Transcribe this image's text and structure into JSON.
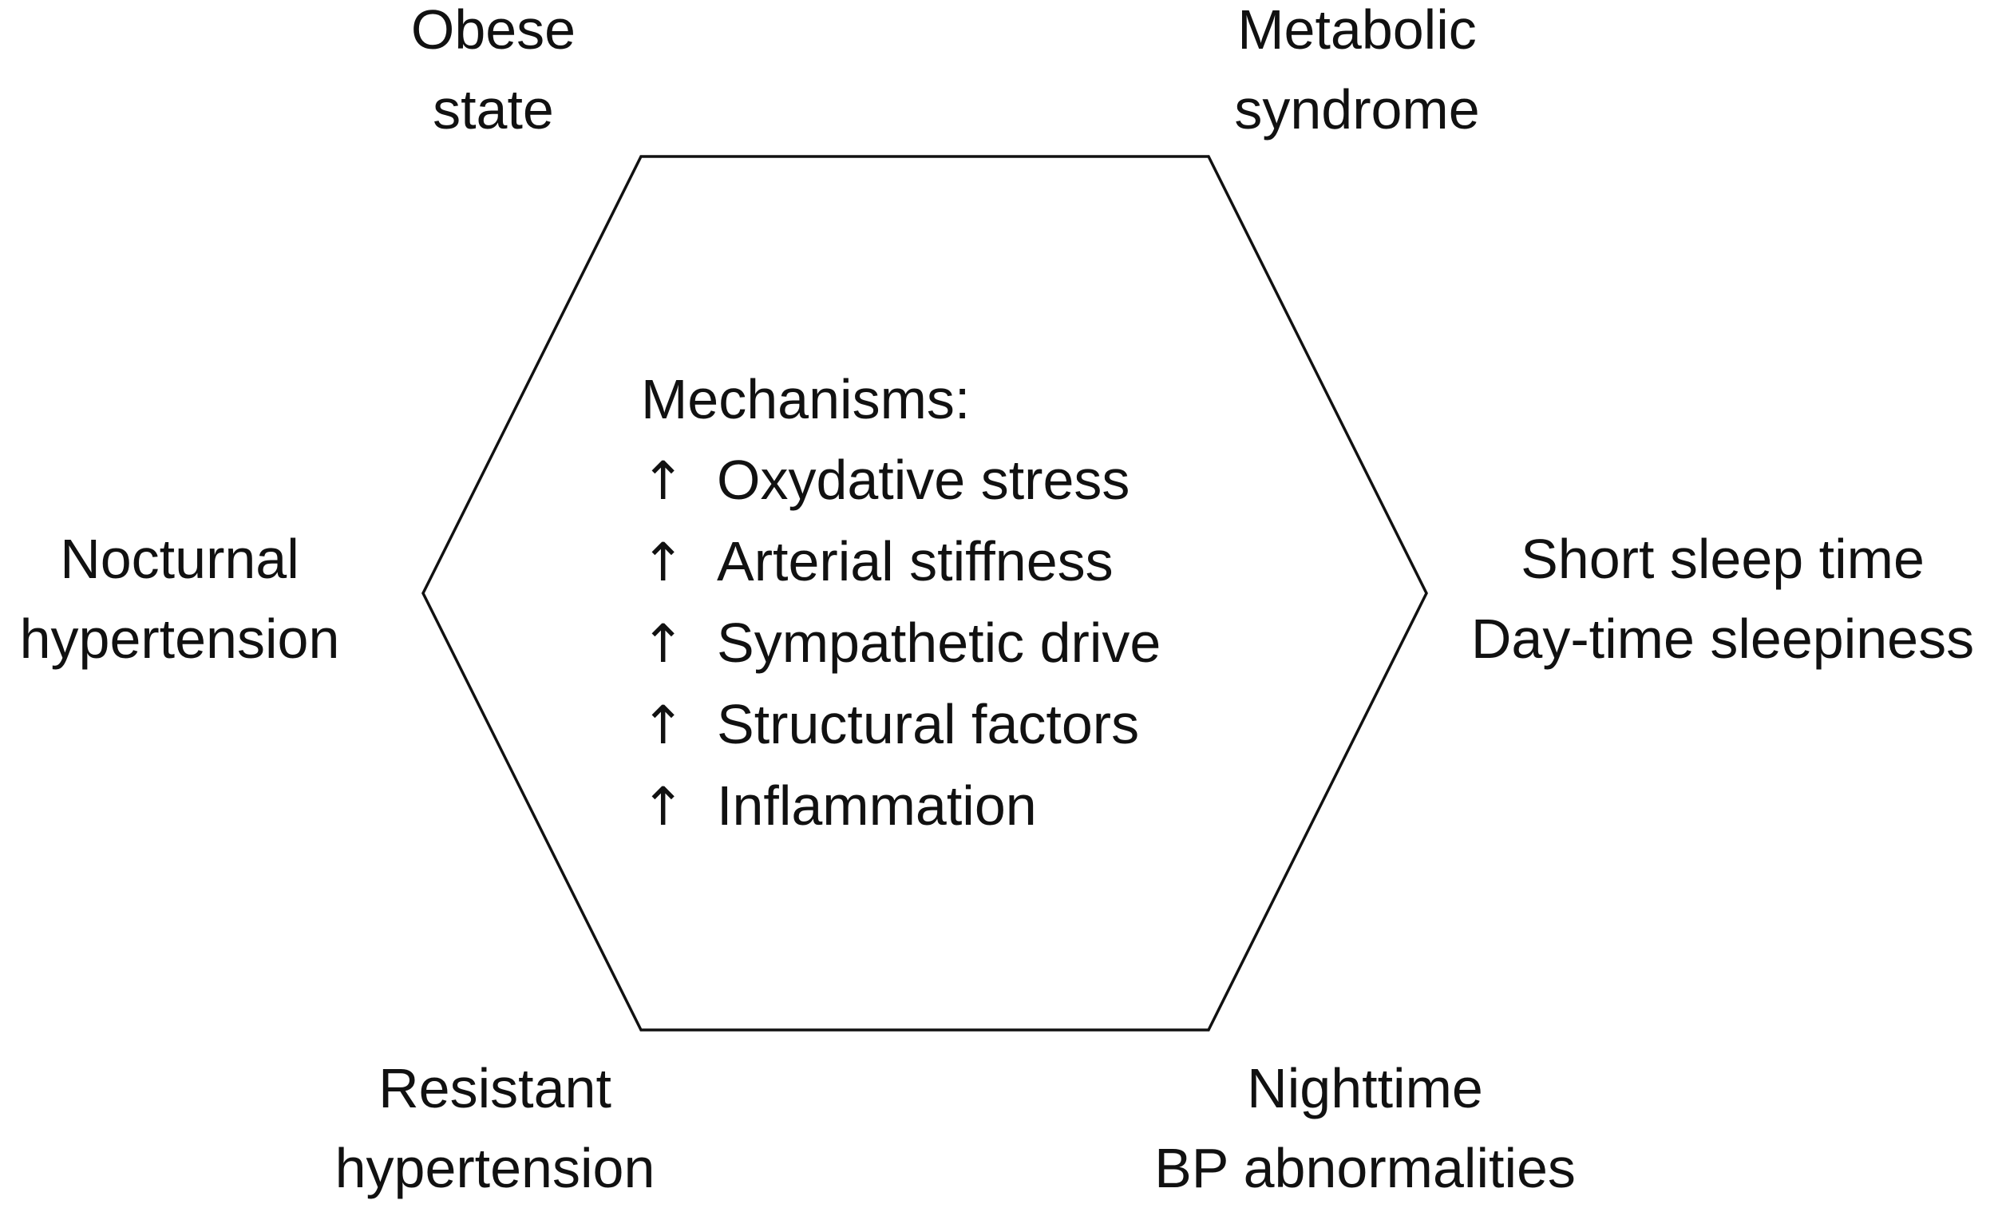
{
  "center": {
    "heading": "Mechanisms:",
    "items": [
      {
        "arrow": "↑",
        "text": "Oxydative stress"
      },
      {
        "arrow": "↑",
        "text": "Arterial stiffness"
      },
      {
        "arrow": "↑",
        "text": "Sympathetic drive"
      },
      {
        "arrow": "↑",
        "text": "Structural factors"
      },
      {
        "arrow": "↑",
        "text": "Inflammation"
      }
    ]
  },
  "vertices": {
    "top_left": {
      "line1": "Obese",
      "line2": "state"
    },
    "top_right": {
      "line1": "Metabolic",
      "line2": "syndrome"
    },
    "left": {
      "line1": "Nocturnal",
      "line2": "hypertension"
    },
    "right": {
      "line1": "Short sleep time",
      "line2": "Day-time sleepiness"
    },
    "bottom_left": {
      "line1": "Resistant",
      "line2": "hypertension"
    },
    "bottom_right": {
      "line1": "Nighttime",
      "line2": "BP abnormalities"
    }
  },
  "colors": {
    "stroke": "#111111",
    "text": "#111111",
    "background": "#ffffff"
  }
}
